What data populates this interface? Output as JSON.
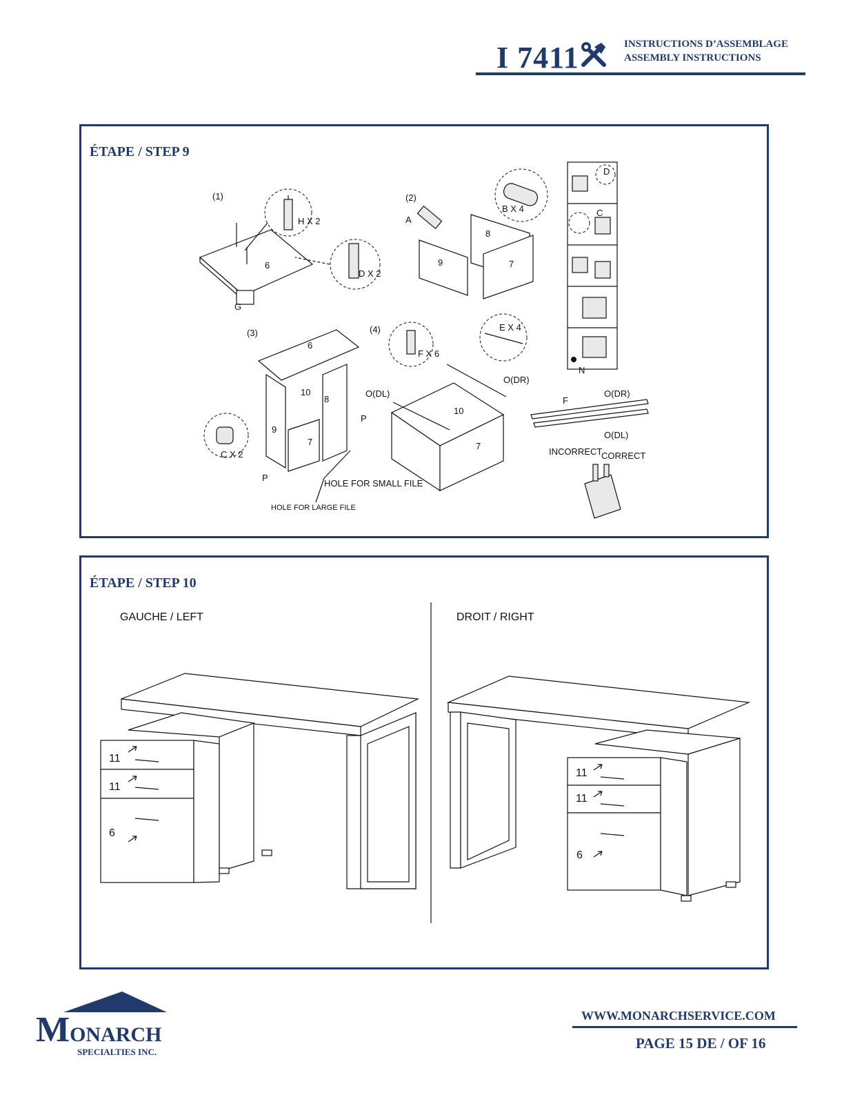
{
  "header": {
    "model": "I 7411",
    "title_fr": "INSTRUCTIONS D’ASSEMBLAGE",
    "title_en": "ASSEMBLY INSTRUCTIONS",
    "icon": "tools-icon"
  },
  "step9": {
    "title": "ÉTAPE / STEP 9",
    "sub1": "(1)",
    "sub2": "(2)",
    "sub3": "(3)",
    "sub4": "(4)",
    "hx2": "H X 2",
    "dx2": "D X 2",
    "bx4": "B X 4",
    "ex4": "E X 4",
    "fx6": "F X 6",
    "cx2": "C X 2",
    "part6": "6",
    "part7": "7",
    "part8": "8",
    "part9": "9",
    "part10": "10",
    "a": "A",
    "g": "G",
    "p": "P",
    "f": "F",
    "d": "D",
    "c": "C",
    "n": "N",
    "odl": "O(DL)",
    "odr": "O(DR)",
    "hole_small": "HOLE FOR SMALL FILE",
    "hole_large": "HOLE FOR LARGE FILE",
    "incorrect": "INCORRECT",
    "correct": "CORRECT"
  },
  "step10": {
    "title": "ÉTAPE / STEP 10",
    "left": "GAUCHE / LEFT",
    "right": "DROIT / RIGHT",
    "drawer_small": "11",
    "drawer_large": "6"
  },
  "footer": {
    "brand_initial": "M",
    "brand_rest": "ONARCH",
    "brand_sub": "SPECIALTIES INC.",
    "website": "WWW.MONARCHSERVICE.COM",
    "page": "PAGE  15  DE / OF  16"
  }
}
